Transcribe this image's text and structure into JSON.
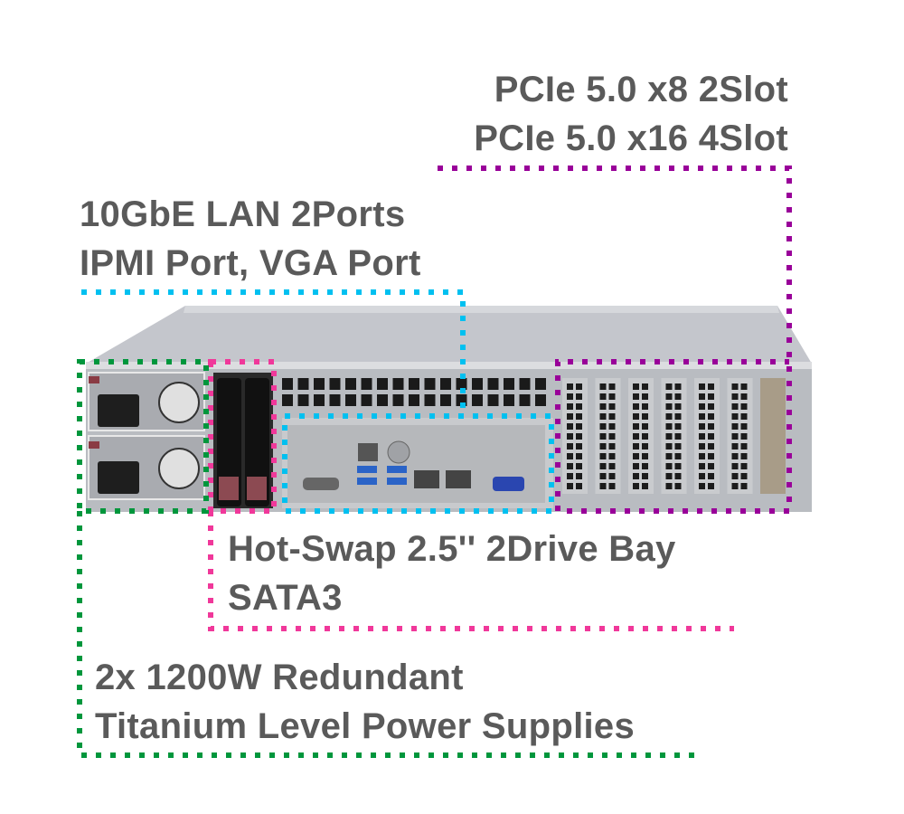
{
  "labels": {
    "pcie": {
      "line1": "PCIe 5.0 x8 2Slot",
      "line2": "PCIe 5.0 x16 4Slot",
      "color": "#990099"
    },
    "lan": {
      "line1": "10GbE LAN 2Ports",
      "line2": "IPMI Port, VGA Port",
      "color": "#00c0f0"
    },
    "drive": {
      "line1": "Hot-Swap 2.5'' 2Drive Bay",
      "line2": "SATA3",
      "color": "#f0389a"
    },
    "psu": {
      "line1": "2x 1200W Redundant",
      "line2": "Titanium Level Power Supplies",
      "color": "#00963c"
    }
  }
}
